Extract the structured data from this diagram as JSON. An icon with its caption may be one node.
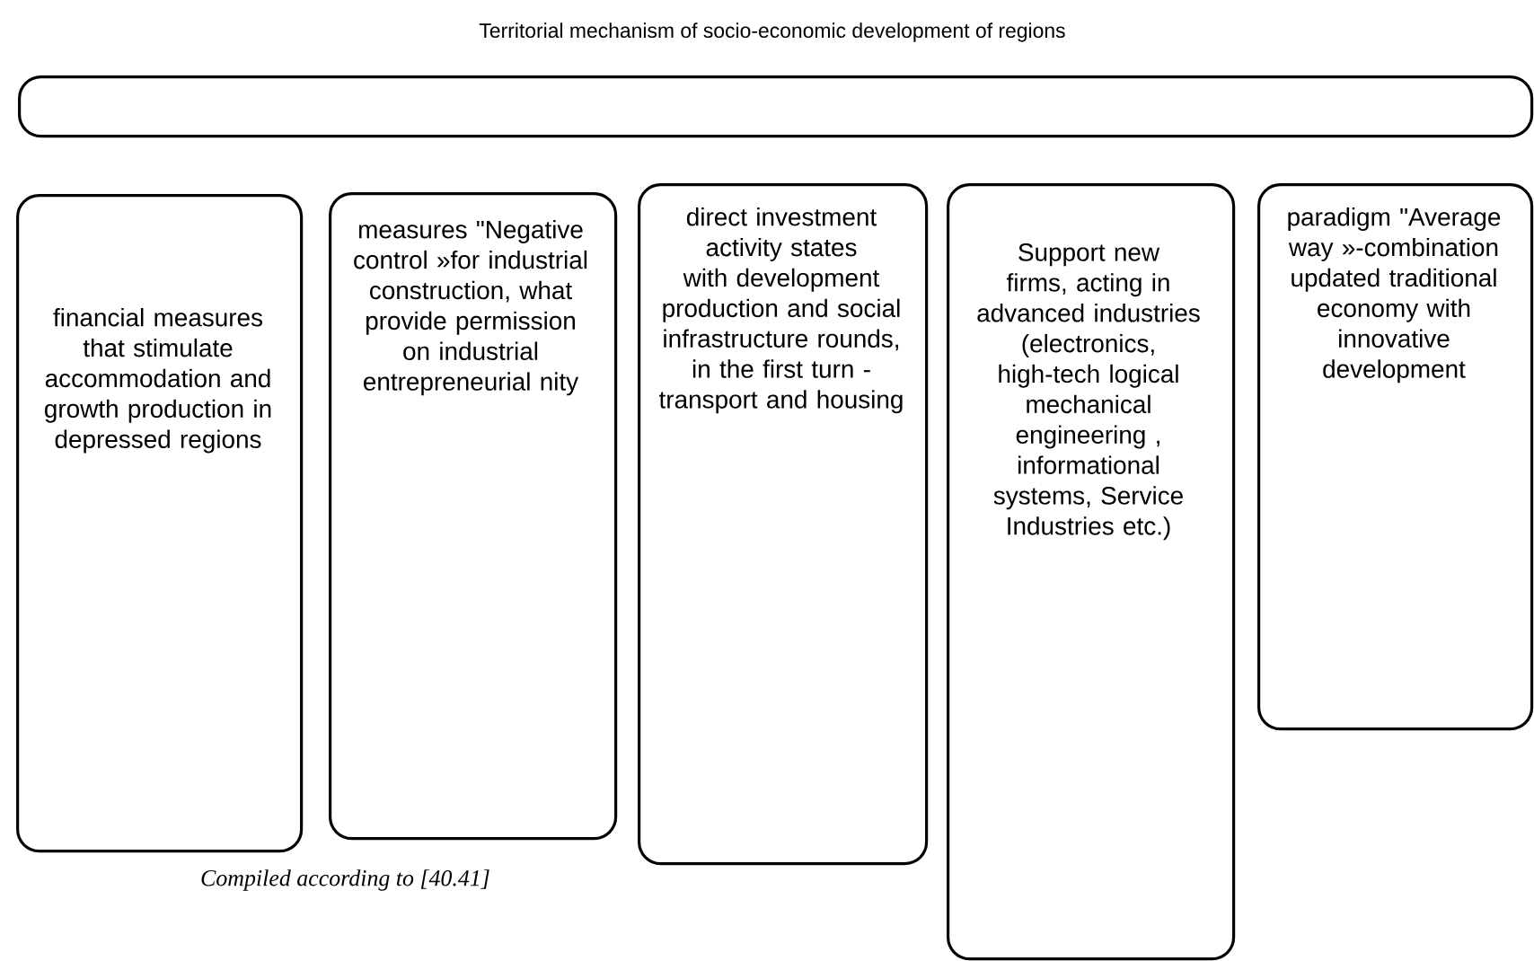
{
  "diagram": {
    "title": "Territorial mechanism of socio-economic development of regions",
    "caption": "Compiled according to [40.41]",
    "nodes": [
      {
        "text": [],
        "shape": "box"
      },
      {
        "text": [
          "financial measures that stimulate accommodation and growth production in depressed regions"
        ]
      },
      {
        "text": [
          "measures \"Negative control »for industrial construction, what provide permission on industrial entrepreneurial nity"
        ]
      },
      {
        "text": [
          "direct investment activity states with development production and social infrastructure rounds, in the first turn - transport and housing"
        ]
      },
      {
        "text": [
          "Support new firms, acting in advanced industries (electronics, high-tech logical mechanical engineering , informational systems, Service Industries etc.)"
        ]
      },
      {
        "text": [
          "paradigm \"Average way »-combination updated traditional economy with innovative development"
        ]
      }
    ],
    "edges": []
  }
}
